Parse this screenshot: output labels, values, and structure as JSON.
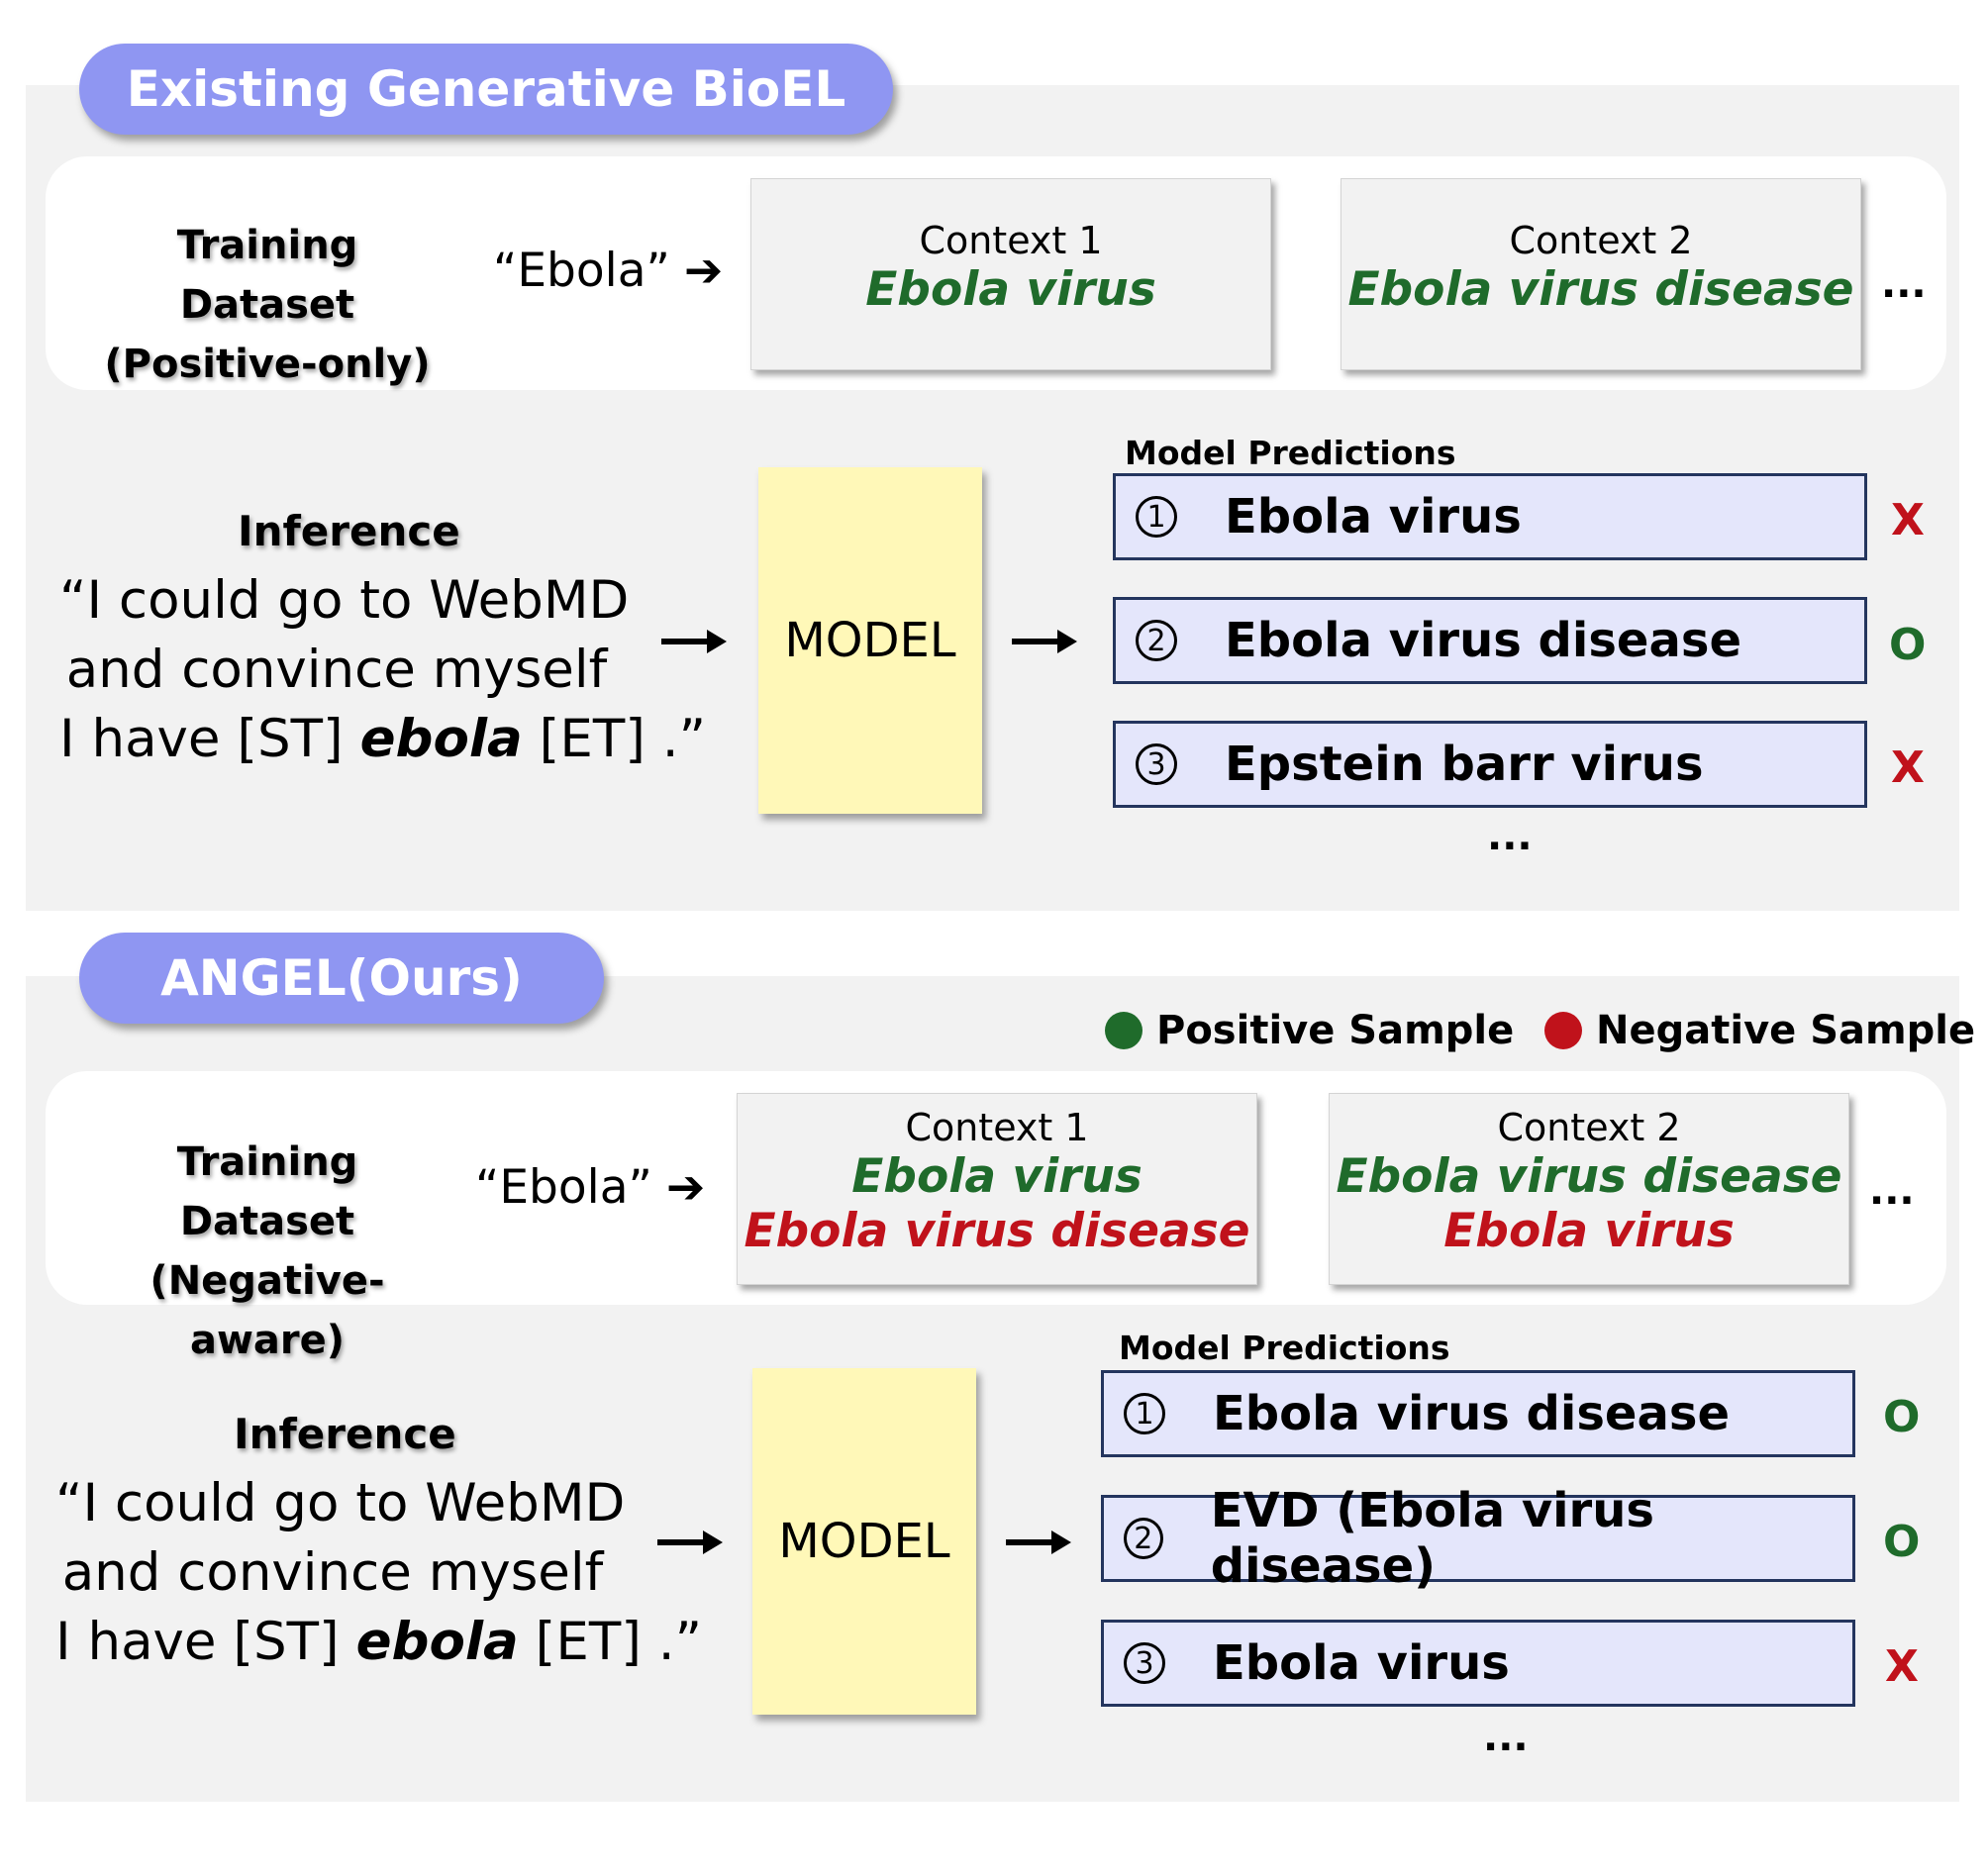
{
  "top": {
    "title": "Existing Generative BioEL",
    "training_label_line1": "Training Dataset",
    "training_label_line2": "(Positive-only)",
    "query": "“Ebola”",
    "contexts": [
      {
        "title": "Context 1",
        "entities": [
          {
            "text": "Ebola virus",
            "type": "positive"
          }
        ]
      },
      {
        "title": "Context 2",
        "entities": [
          {
            "text": "Ebola virus disease",
            "type": "positive"
          }
        ]
      }
    ],
    "more": "...",
    "inference_title": "Inference",
    "inference_line1": "“I could go to WebMD",
    "inference_line2": "and convince myself",
    "inference_line3_pre": "I have [ST] ",
    "inference_line3_em": "ebola",
    "inference_line3_post": " [ET] .”",
    "model_label": "MODEL",
    "predictions_title": "Model Predictions",
    "predictions": [
      {
        "num": "1",
        "text": "Ebola virus",
        "mark": "X",
        "correct": false
      },
      {
        "num": "2",
        "text": "Ebola virus disease",
        "mark": "O",
        "correct": true
      },
      {
        "num": "3",
        "text": "Epstein barr virus",
        "mark": "X",
        "correct": false
      }
    ],
    "predictions_more": "..."
  },
  "bottom": {
    "title": "ANGEL(Ours)",
    "legend_positive": "Positive Sample",
    "legend_negative": "Negative Sample",
    "training_label_line1": "Training Dataset",
    "training_label_line2": "(Negative-aware)",
    "query": "“Ebola”",
    "contexts": [
      {
        "title": "Context 1",
        "entities": [
          {
            "text": "Ebola virus",
            "type": "positive"
          },
          {
            "text": "Ebola virus disease",
            "type": "negative"
          }
        ]
      },
      {
        "title": "Context 2",
        "entities": [
          {
            "text": "Ebola virus disease",
            "type": "positive"
          },
          {
            "text": "Ebola virus",
            "type": "negative"
          }
        ]
      }
    ],
    "more": "...",
    "inference_title": "Inference",
    "inference_line1": "“I could go to WebMD",
    "inference_line2": "and convince myself",
    "inference_line3_pre": "I have [ST] ",
    "inference_line3_em": "ebola",
    "inference_line3_post": " [ET] .”",
    "model_label": "MODEL",
    "predictions_title": "Model Predictions",
    "predictions": [
      {
        "num": "1",
        "text": "Ebola virus disease",
        "mark": "O",
        "correct": true
      },
      {
        "num": "2",
        "text": "EVD (Ebola virus disease)",
        "mark": "O",
        "correct": true
      },
      {
        "num": "3",
        "text": "Ebola virus",
        "mark": "X",
        "correct": false
      }
    ],
    "predictions_more": "..."
  },
  "colors": {
    "positive": "#1f6b2b",
    "negative": "#c0121b",
    "pill": "#8f96f2",
    "model": "#fff8b8",
    "prediction": "#e4e6fb"
  }
}
